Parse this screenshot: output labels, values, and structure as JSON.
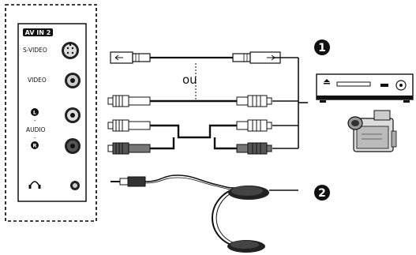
{
  "panel": {
    "badge": "AV IN 2",
    "svideo": "S-VIDEO",
    "video": "VIDEO",
    "audio": "AUDIO",
    "left_marker": "L",
    "right_marker": "R"
  },
  "cables": {
    "or_label": "ou"
  },
  "callouts": {
    "one": "1",
    "two": "2"
  },
  "icons": [
    "headphones-icon",
    "vcr-icon",
    "camcorder-icon",
    "headphones-device-icon"
  ]
}
